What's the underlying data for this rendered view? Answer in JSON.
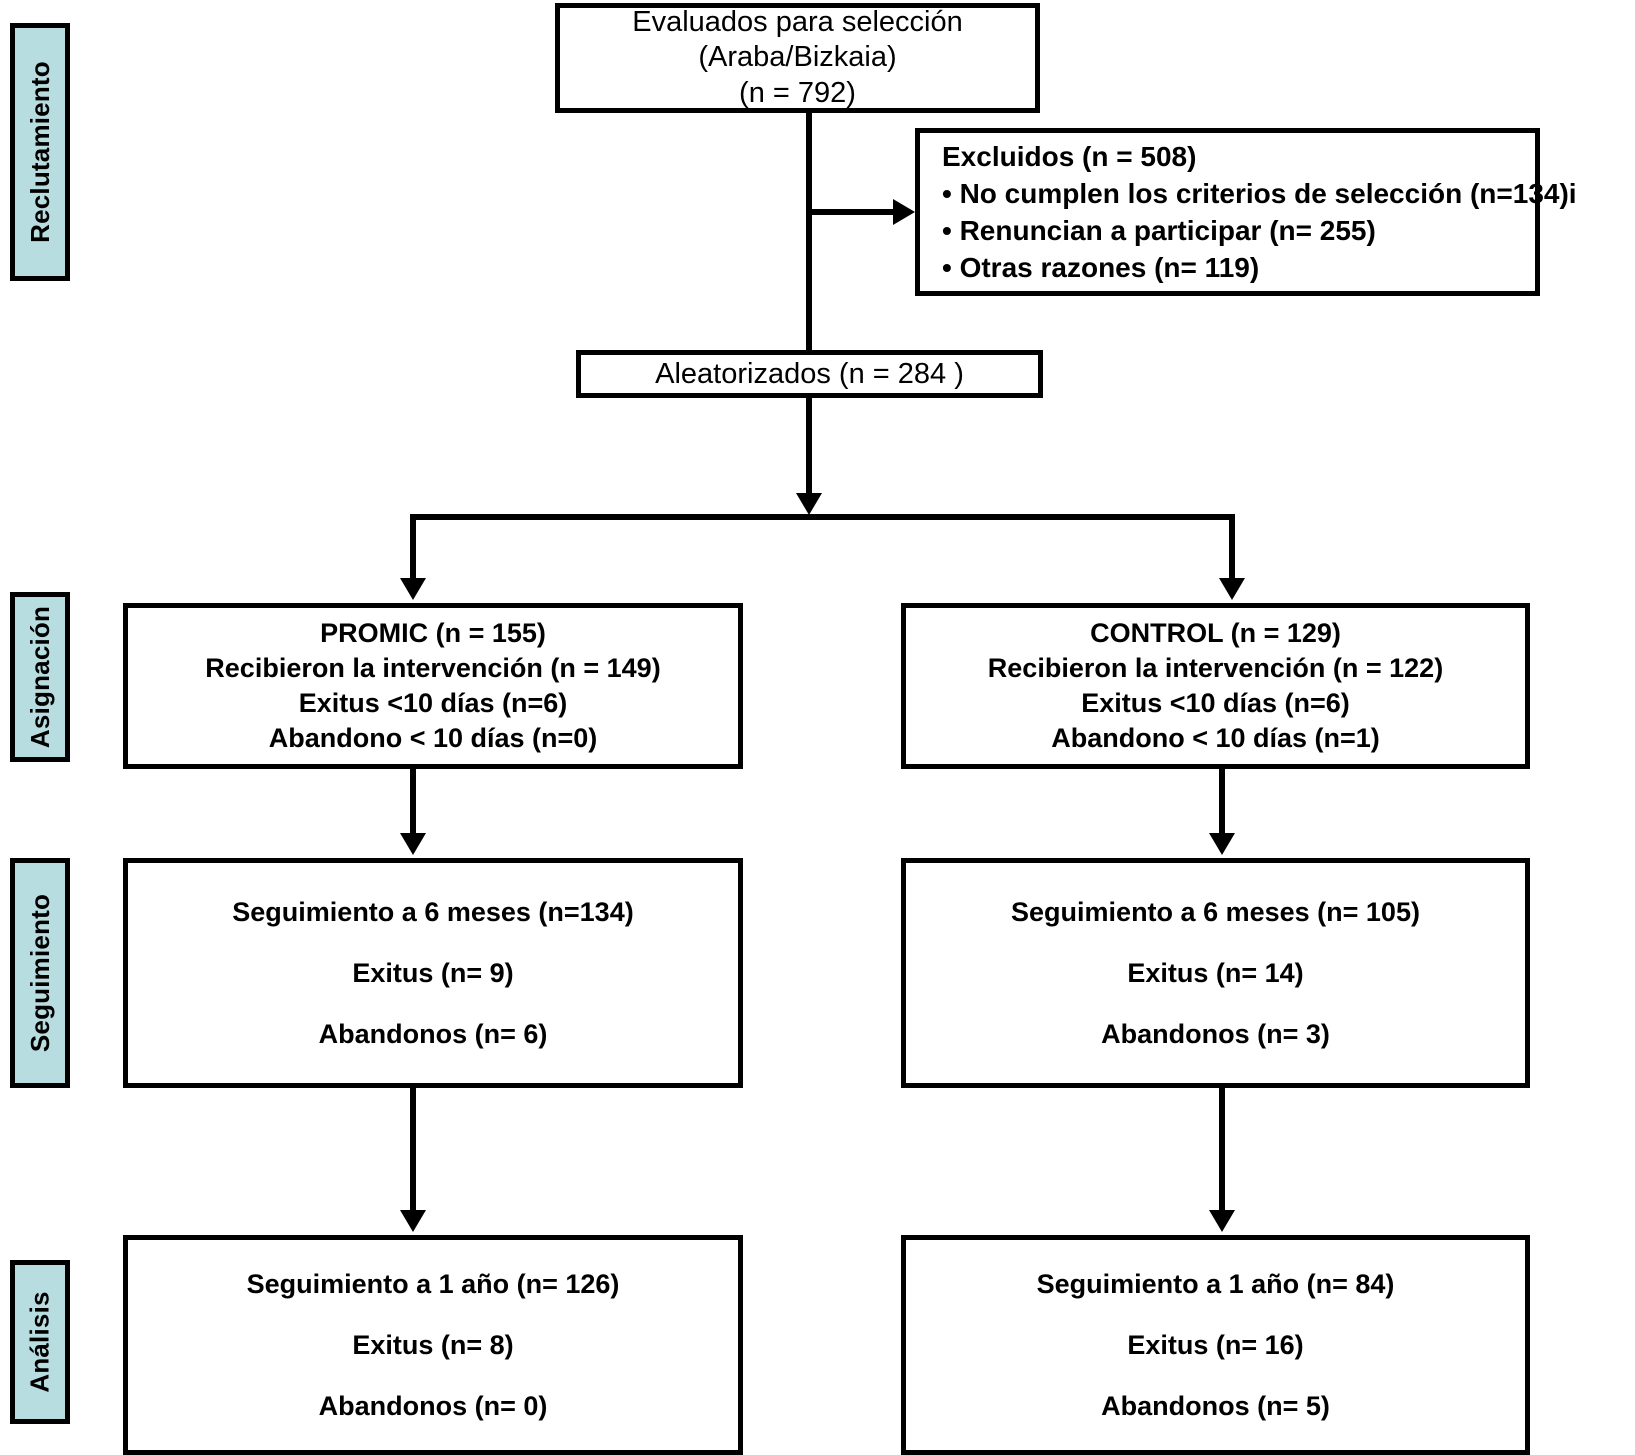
{
  "diagram": {
    "title": "Diagrama de flujo CONSORT",
    "accent_color": "#b8dde1",
    "line_color": "#000000",
    "background": "#ffffff"
  },
  "stages": [
    {
      "id": "reclutamiento",
      "label": "Reclutamiento"
    },
    {
      "id": "asignacion",
      "label": "Asignación"
    },
    {
      "id": "seguimiento",
      "label": "Seguimiento"
    },
    {
      "id": "analisis",
      "label": "Análisis"
    }
  ],
  "nodes": {
    "screened": {
      "name": "evaluados-para-seleccion",
      "lines": [
        "Evaluados para selección",
        "(Araba/Bizkaia)",
        "(n = 792)"
      ]
    },
    "excluded": {
      "name": "excluidos",
      "heading": "Excluidos (n = 508)",
      "reasons": [
        "• No cumplen los criterios de selección (n=134)i",
        "• Renuncian a participar  (n= 255)",
        "• Otras razones (n= 119)"
      ]
    },
    "randomized": {
      "name": "aleatorizados",
      "line": "Aleatorizados (n = 284 )"
    },
    "promic_alloc": {
      "name": "promic-asignacion",
      "lines": [
        "PROMIC   (n = 155)",
        "Recibieron la intervención (n = 149)",
        "Exitus <10 días (n=6)",
        "Abandono  < 10 días (n=0)"
      ]
    },
    "control_alloc": {
      "name": "control-asignacion",
      "lines": [
        "CONTROL  (n = 129)",
        "Recibieron la intervención (n = 122)",
        "Exitus <10 días (n=6)",
        "Abandono  < 10 días (n=1)"
      ]
    },
    "promic_6m": {
      "name": "promic-seguimiento-6-meses",
      "lines": [
        "Seguimiento a 6 meses  (n=134)",
        "Exitus (n= 9)",
        "Abandonos (n=  6)"
      ]
    },
    "control_6m": {
      "name": "control-seguimiento-6-meses",
      "lines": [
        "Seguimiento a 6 meses (n= 105)",
        "Exitus (n= 14)",
        "Abandonos (n= 3)"
      ]
    },
    "promic_1y": {
      "name": "promic-seguimiento-1-ano",
      "lines": [
        "Seguimiento a 1 año (n= 126)",
        "Exitus (n= 8)",
        "Abandonos (n=  0)"
      ]
    },
    "control_1y": {
      "name": "control-seguimiento-1-ano",
      "lines": [
        "Seguimiento a 1 año (n= 84)",
        "Exitus (n= 16)",
        "Abandonos (n=  5)"
      ]
    }
  },
  "chart_data": {
    "type": "diagram",
    "title": "CONSORT flow diagram (PROMIC vs CONTROL)",
    "stages": [
      "Reclutamiento",
      "Asignación",
      "Seguimiento",
      "Análisis"
    ],
    "screened_total": 792,
    "excluded_total": 508,
    "excluded_reasons": [
      {
        "reason": "No cumplen los criterios de selección",
        "n": 134
      },
      {
        "reason": "Renuncian a participar",
        "n": 255
      },
      {
        "reason": "Otras razones",
        "n": 119
      }
    ],
    "randomized_total": 284,
    "arms": [
      {
        "name": "PROMIC",
        "allocated": 155,
        "received_intervention": 149,
        "exitus_lt10d": 6,
        "dropout_lt10d": 0,
        "followup_6m": 134,
        "exitus_6m": 9,
        "dropouts_6m": 6,
        "followup_1y": 126,
        "exitus_1y": 8,
        "dropouts_1y": 0
      },
      {
        "name": "CONTROL",
        "allocated": 129,
        "received_intervention": 122,
        "exitus_lt10d": 6,
        "dropout_lt10d": 1,
        "followup_6m": 105,
        "exitus_6m": 14,
        "dropouts_6m": 3,
        "followup_1y": 84,
        "exitus_1y": 16,
        "dropouts_1y": 5
      }
    ]
  }
}
